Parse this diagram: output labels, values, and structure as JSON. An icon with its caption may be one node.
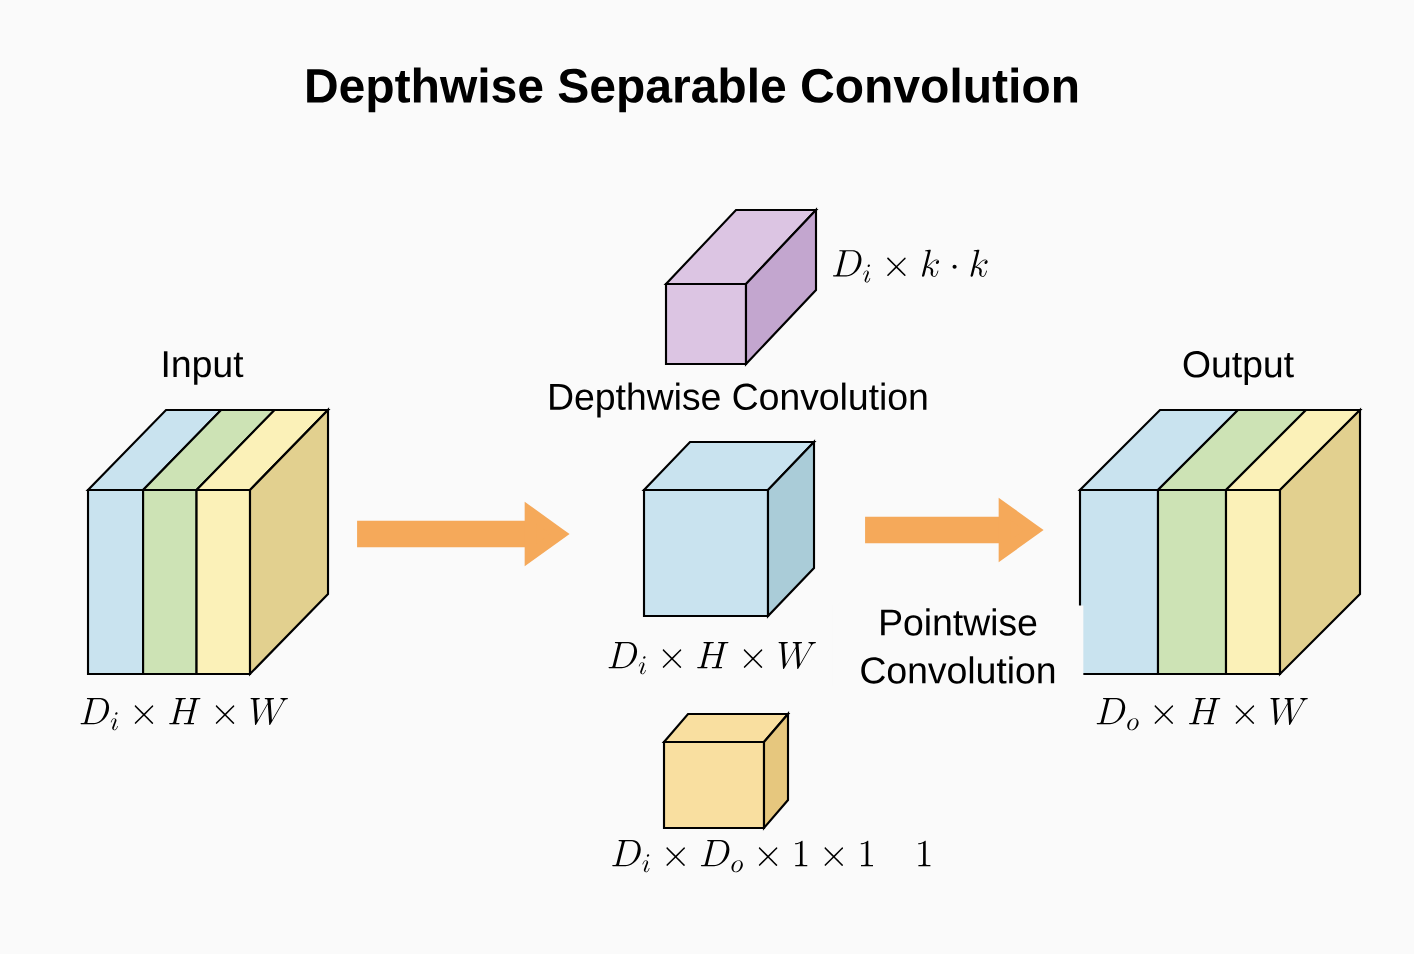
{
  "diagram": {
    "title": "Depthwise Separable Convolution",
    "nodes": [
      {
        "text": [
          "Input"
        ],
        "beside": [
          "D_i \\times H \\times W"
        ]
      },
      {
        "text": [],
        "shape": "box",
        "beside": [
          "D_i \\times k \\cdot k"
        ]
      },
      {
        "text": [
          "Depthwise Convolution"
        ],
        "beside": [
          "D_i \\times H \\times W"
        ]
      },
      {
        "text": [
          "Output"
        ],
        "beside": [
          "D_o \\times H \\times W"
        ]
      },
      {
        "text": [],
        "shape": "box",
        "beside": [
          "D_i \\times D_o \\times 1 \\times 1 \\quad 1"
        ]
      }
    ],
    "edges": [
      {
        "from": 0,
        "to": 2,
        "arrow": "to"
      },
      {
        "from": 2,
        "to": 3,
        "arrow": "to",
        "label": "Pointwise Convolution"
      }
    ]
  }
}
